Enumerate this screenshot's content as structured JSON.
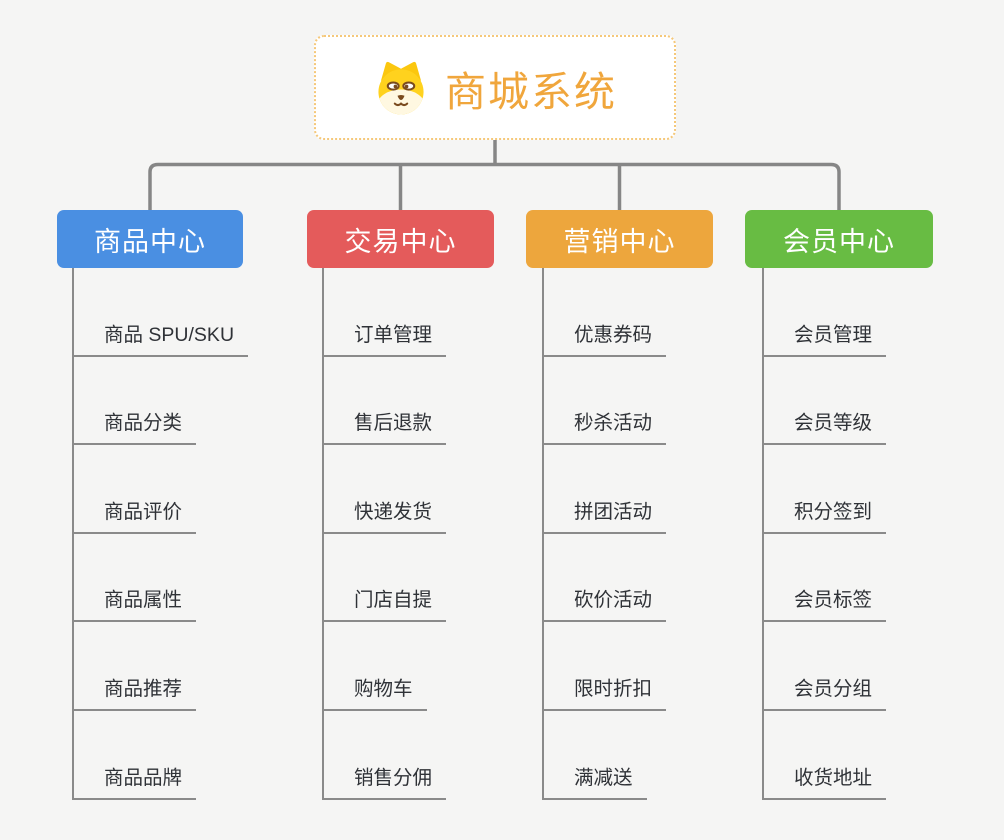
{
  "canvas_background": "#F5F5F4",
  "root": {
    "label": "商城系统",
    "icon": "dog-icon",
    "text_color": "#F0A63C",
    "border_color": "#F5C87A",
    "background": "#FFFFFF"
  },
  "connectors": {
    "color": "#868686",
    "branch_line_color": "#8A8A8A"
  },
  "branches": [
    {
      "label": "商品中心",
      "color": "#4A8FE2",
      "items": [
        "商品 SPU/SKU",
        "商品分类",
        "商品评价",
        "商品属性",
        "商品推荐",
        "商品品牌"
      ]
    },
    {
      "label": "交易中心",
      "color": "#E45B5B",
      "items": [
        "订单管理",
        "售后退款",
        "快递发货",
        "门店自提",
        "购物车",
        "销售分佣"
      ]
    },
    {
      "label": "营销中心",
      "color": "#EDA63D",
      "items": [
        "优惠券码",
        "秒杀活动",
        "拼团活动",
        "砍价活动",
        "限时折扣",
        "满减送"
      ]
    },
    {
      "label": "会员中心",
      "color": "#68BC43",
      "items": [
        "会员管理",
        "会员等级",
        "积分签到",
        "会员标签",
        "会员分组",
        "收货地址"
      ]
    }
  ]
}
